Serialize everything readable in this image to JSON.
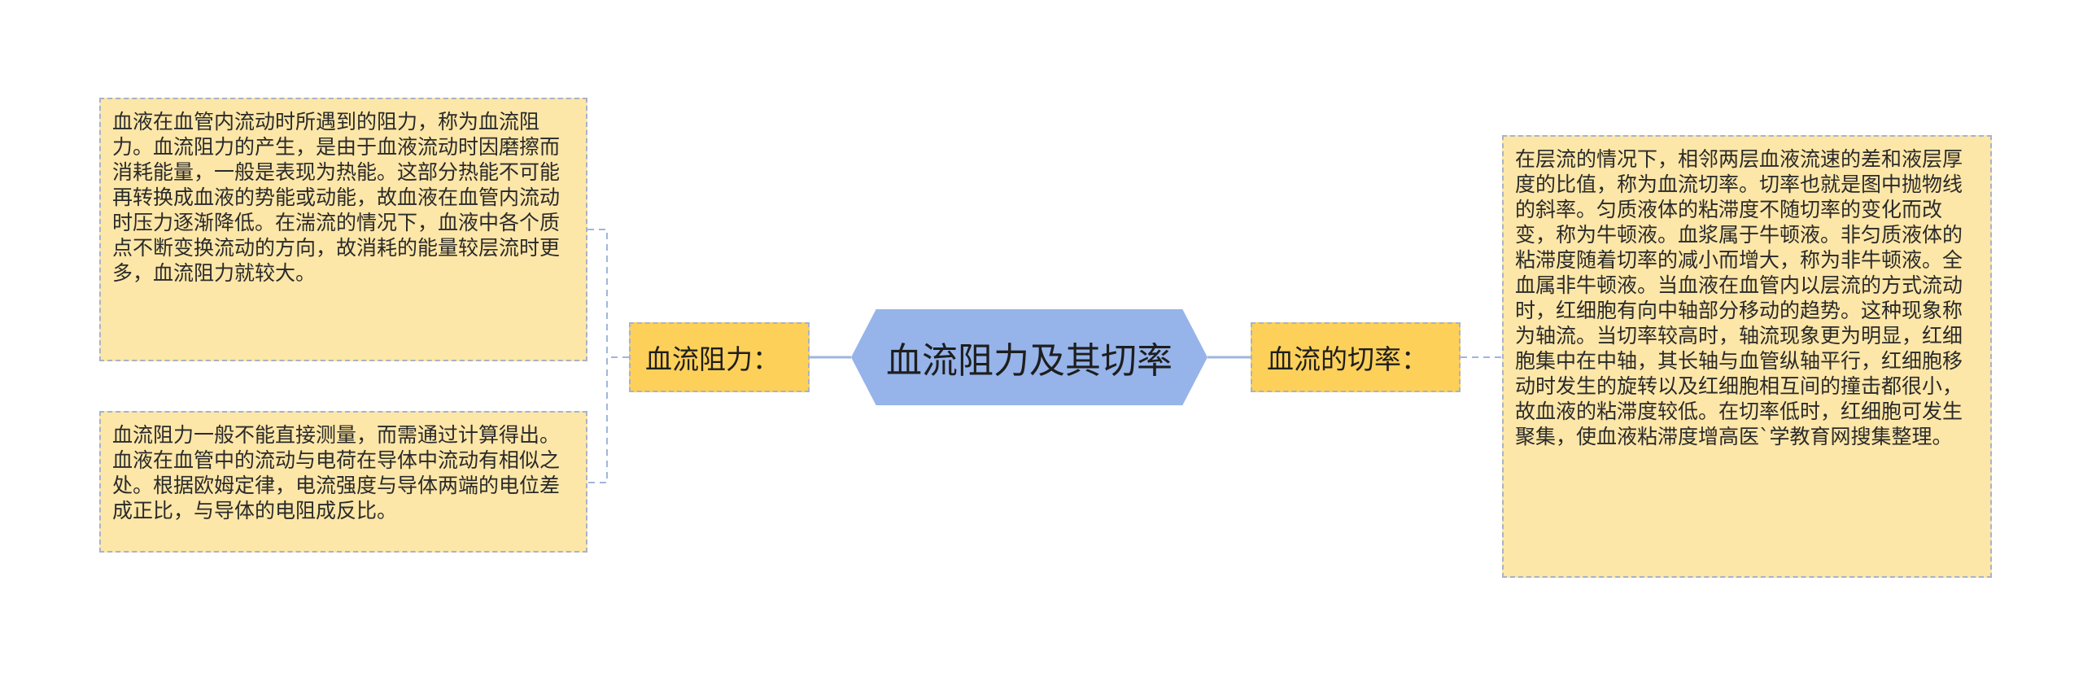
{
  "root": {
    "label": "血流阻力及其切率"
  },
  "branches": {
    "left": {
      "label": "血流阻力：",
      "leaves": [
        "血液在血管内流动时所遇到的阻力，称为血流阻力。血流阻力的产生，是由于血液流动时因磨擦而消耗能量，一般是表现为热能。这部分热能不可能再转换成血液的势能或动能，故血液在血管内流动时压力逐渐降低。在湍流的情况下，血液中各个质点不断变换流动的方向，故消耗的能量较层流时更多，血流阻力就较大。",
        "血流阻力一般不能直接测量，而需通过计算得出。血液在血管中的流动与电荷在导体中流动有相似之处。根据欧姆定律，电流强度与导体两端的电位差成正比，与导体的电阻成反比。"
      ]
    },
    "right": {
      "label": "血流的切率：",
      "leaves": [
        "在层流的情况下，相邻两层血液流速的差和液层厚度的比值，称为血流切率。切率也就是图中抛物线的斜率。匀质液体的粘滞度不随切率的变化而改变，称为牛顿液。血浆属于牛顿液。非匀质液体的粘滞度随着切率的减小而增大，称为非牛顿液。全血属非牛顿液。当血液在血管内以层流的方式流动时，红细胞有向中轴部分移动的趋势。这种现象称为轴流。当切率较高时，轴流现象更为明显，红细胞集中在中轴，其长轴与血管纵轴平行，红细胞移动时发生的旋转以及红细胞相互间的撞击都很小，故血液的粘滞度较低。在切率低时，红细胞可发生聚集，使血液粘滞度增高医`学教育网搜集整理。"
      ]
    }
  },
  "colors": {
    "root_fill": "#96b4ea",
    "branch_fill": "#fdd05a",
    "leaf_fill": "#fde7a8",
    "connector": "#9fb6dc",
    "dash_border": "#a7b3c9"
  }
}
